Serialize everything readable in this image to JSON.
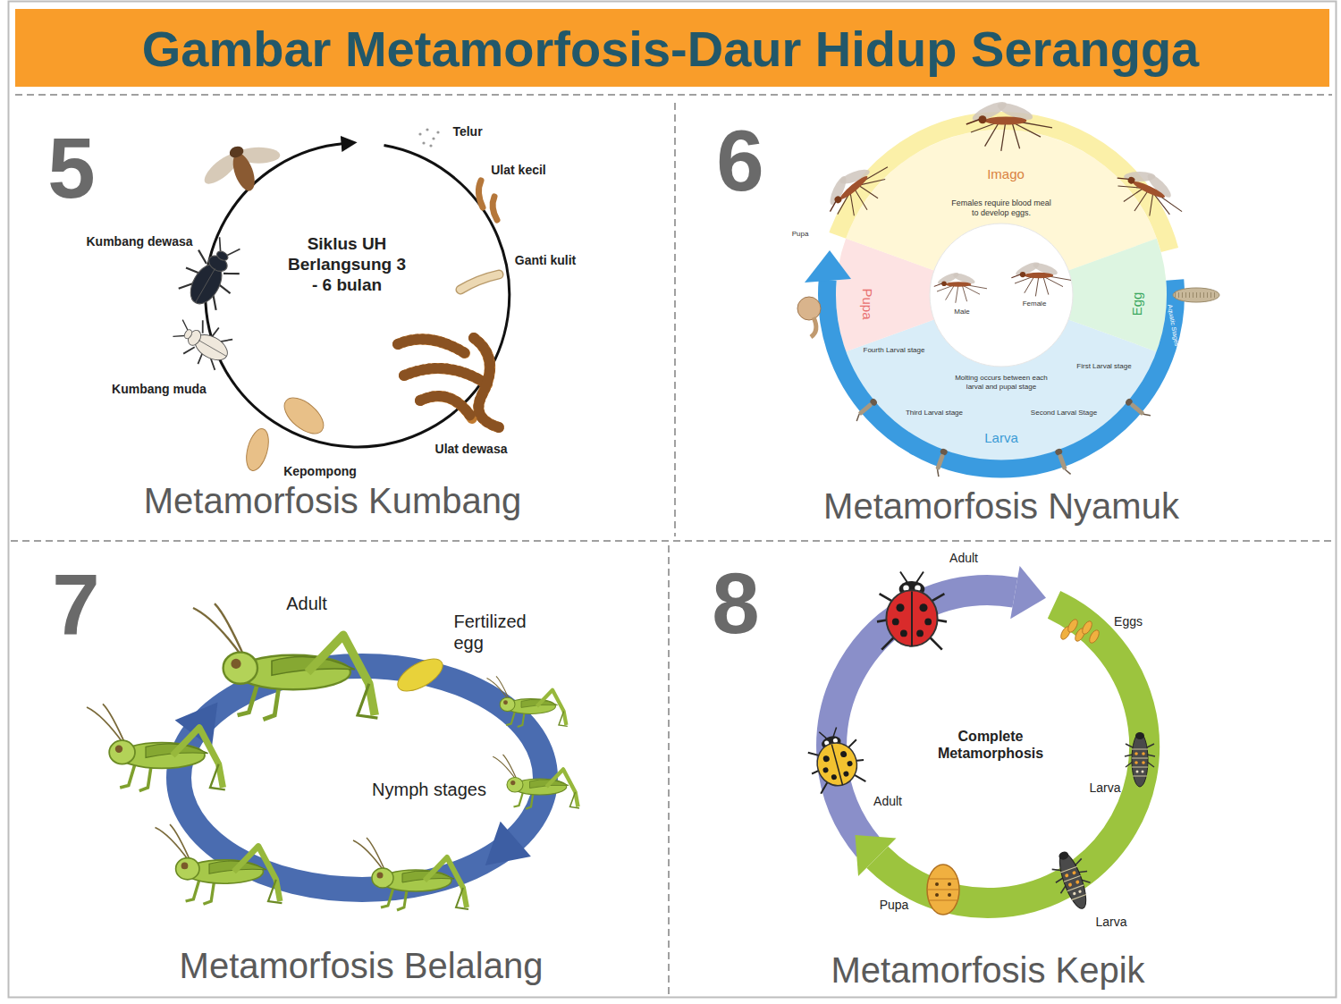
{
  "diagram": {
    "title": "Gambar Metamorfosis-Daur Hidup Serangga",
    "nodes": [
      {
        "text": [
          "5",
          "Metamorfosis Kumbang"
        ]
      },
      {
        "text": [
          "6",
          "Metamorfosis Nyamuk"
        ]
      },
      {
        "text": [
          "7",
          "Metamorfosis Belalang"
        ]
      },
      {
        "text": [
          "8",
          "Metamorfosis Kepik"
        ]
      }
    ],
    "labels": [
      "Telur",
      "Ulat kecil",
      "Ganti kulit",
      "Ulat dewasa",
      "Kepompong",
      "Kumbang muda",
      "Kumbang dewasa",
      "Siklus UH Berlangsung 3 - 6 bulan",
      "Imago",
      "Females require blood meal to develop eggs.",
      "Egg",
      "Aquatic Stages",
      "First Larval stage",
      "Second Larval Stage",
      "Larva",
      "Third Larval stage",
      "Fourth Larval stage",
      "Pupa",
      "Pupa",
      "Male",
      "Female",
      "Molting occurs between each larval and pupal stage",
      "Adult",
      "Fertilized egg",
      "Nymph stages",
      "Adult",
      "Eggs",
      "Larva",
      "Larva",
      "Pupa",
      "Adult",
      "Complete Metamorphosis"
    ]
  }
}
